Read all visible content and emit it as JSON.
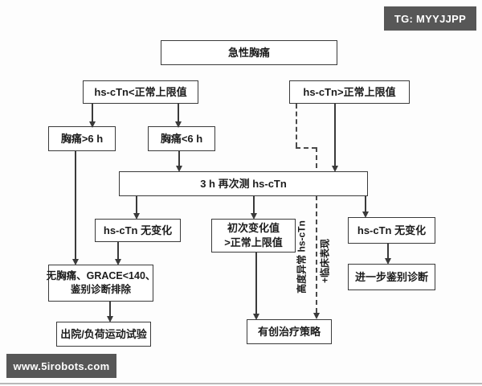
{
  "watermarks": {
    "top_right": "TG: MYYJJPP",
    "bottom_left": "www.5irobots.com"
  },
  "colors": {
    "line": "#3a3a3a",
    "box_background": "#ffffff",
    "badge_background": "#575757",
    "badge_text": "#ffffff",
    "text": "#1c1c1c"
  },
  "flowchart": {
    "title_node": "急性胸痛",
    "nodes": {
      "acute": {
        "label": "急性胸痛"
      },
      "below_limit": {
        "label": "hs-cTn<正常上限值"
      },
      "above_limit": {
        "label": "hs-cTn>正常上限值"
      },
      "pain_gt6h": {
        "label": "胸痛>6 h"
      },
      "pain_lt6h": {
        "label": "胸痛<6 h"
      },
      "retest_3h": {
        "label": "3 h 再次测 hs-cTn"
      },
      "no_change_left": {
        "label": "hs-cTn 无变化"
      },
      "initial_change": {
        "lines": [
          "初次变化值",
          ">正常上限值"
        ]
      },
      "no_change_right": {
        "label": "hs-cTn 无变化"
      },
      "grace": {
        "lines": [
          "无胸痛、GRACE<140、",
          "鉴别诊断排除"
        ]
      },
      "discharge": {
        "label": "出院/负荷运动试验"
      },
      "invasive": {
        "label": "有创治疗策略"
      },
      "further_dx": {
        "label": "进一步鉴别诊断"
      }
    },
    "edge_labels": {
      "highly_abnormal": "高度异常 hs-cTn",
      "clinical_signs": "+临床表现"
    }
  }
}
